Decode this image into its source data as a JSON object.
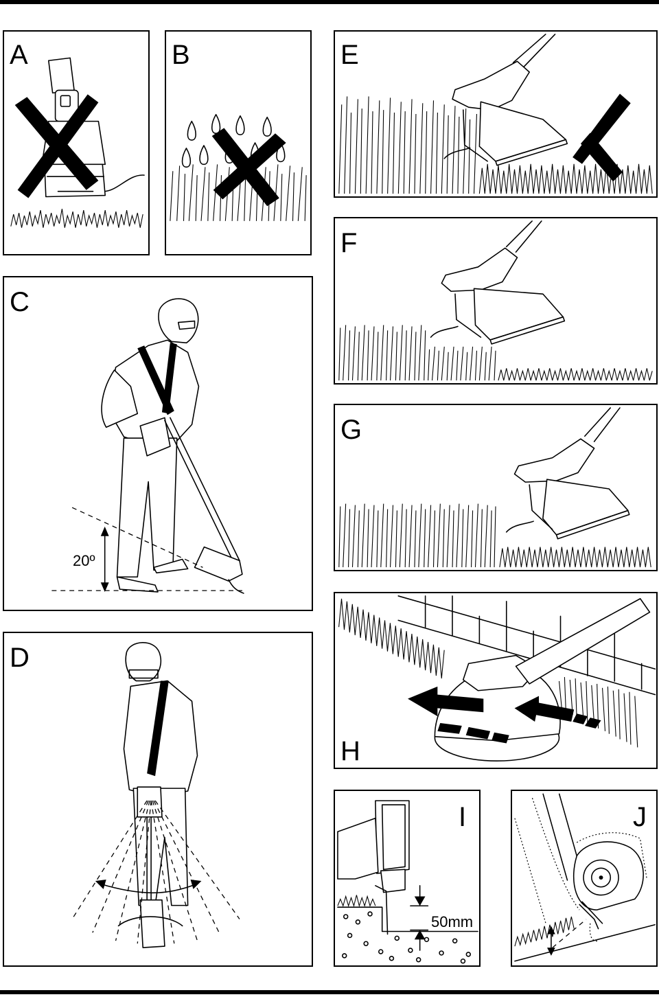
{
  "panels": {
    "a": {
      "label": "A"
    },
    "b": {
      "label": "B"
    },
    "c": {
      "label": "C",
      "angle": "20º"
    },
    "d": {
      "label": "D"
    },
    "e": {
      "label": "E"
    },
    "f": {
      "label": "F"
    },
    "g": {
      "label": "G"
    },
    "h": {
      "label": "H"
    },
    "i": {
      "label": "I",
      "measure": "50mm"
    },
    "j": {
      "label": "J"
    }
  }
}
